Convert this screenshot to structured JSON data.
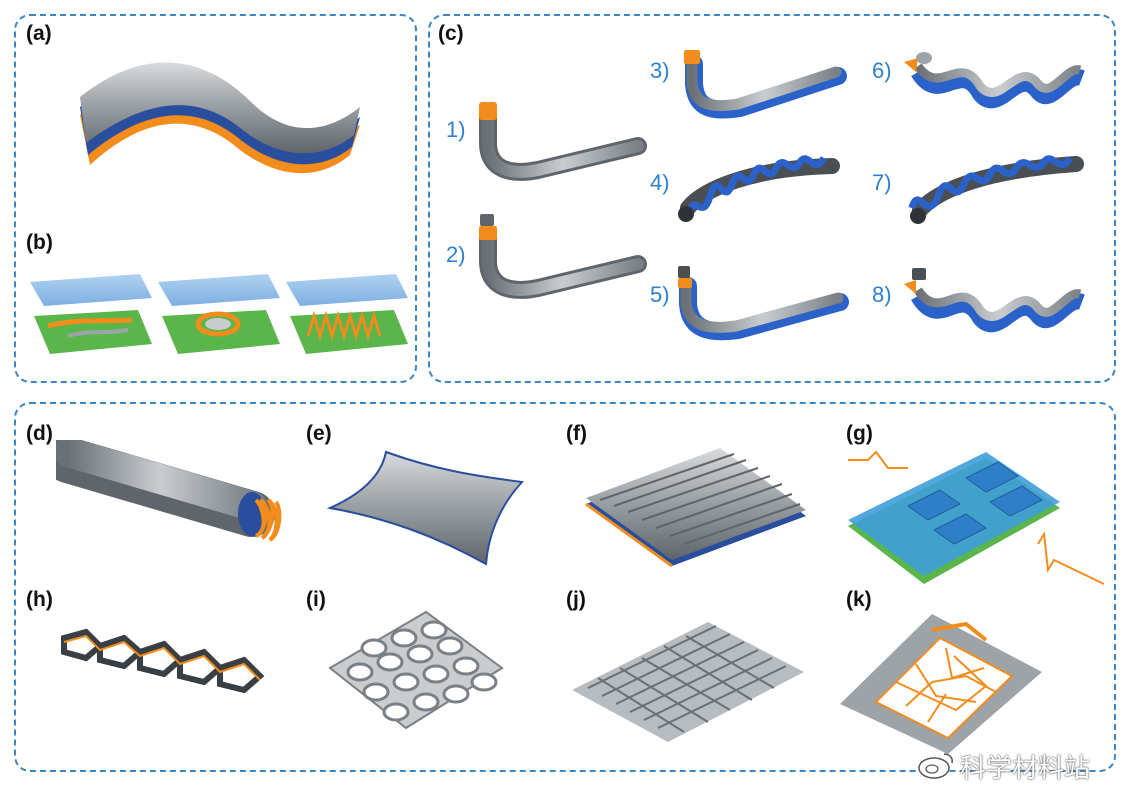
{
  "panels": {
    "a": "(a)",
    "b": "(b)",
    "c": "(c)",
    "d": "(d)",
    "e": "(e)",
    "f": "(f)",
    "g": "(g)",
    "h": "(h)",
    "i": "(i)",
    "j": "(j)",
    "k": "(k)"
  },
  "c_items": [
    "1)",
    "2)",
    "3)",
    "4)",
    "5)",
    "6)",
    "7)",
    "8)"
  ],
  "watermark": "科学材料站",
  "colors": {
    "border": "#3b86c4",
    "metal": "#8e9499",
    "orange": "#f28c1c",
    "blue": "#2a62c9",
    "green": "#5ab54b",
    "light_blue": "#8ab8e8"
  }
}
